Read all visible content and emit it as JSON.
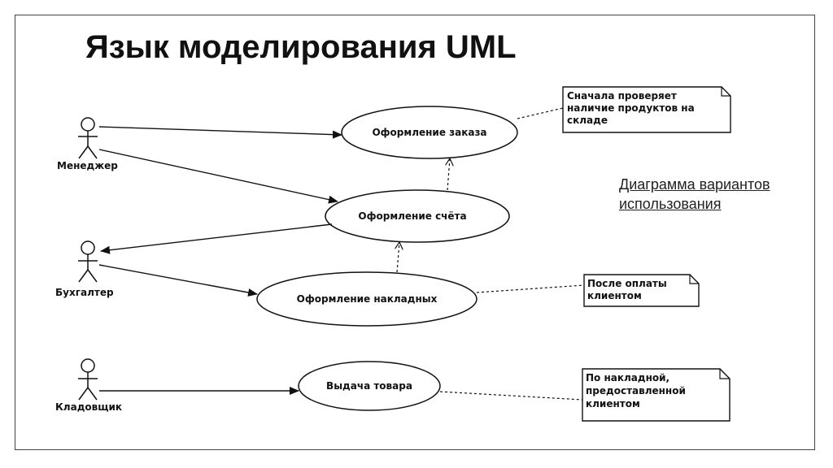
{
  "title": "Язык моделирования UML",
  "caption": {
    "line1": "Диаграмма вариантов",
    "line2": "использования"
  },
  "actors": {
    "manager": "Менеджер",
    "accountant": "Бухгалтер",
    "storekeeper": "Кладовщик"
  },
  "use_cases": {
    "order": "Оформление заказа",
    "invoice": "Оформление счёта",
    "waybill": "Оформление накладных",
    "issue": "Выдача товара"
  },
  "notes": {
    "order_note": [
      "Сначала проверяет",
      "наличие продуктов на",
      "складе"
    ],
    "waybill_note": [
      "После оплаты",
      "клиентом"
    ],
    "issue_note": [
      "По накладной,",
      "предоставленной",
      "клиентом"
    ]
  }
}
